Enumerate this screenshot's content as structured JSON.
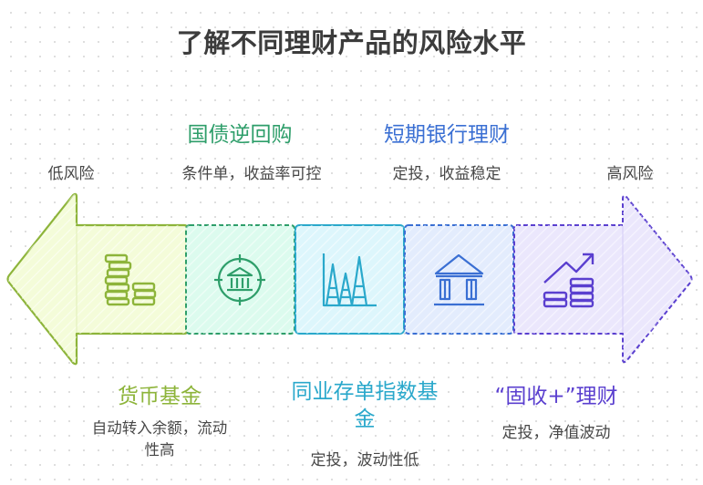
{
  "title": "了解不同理财产品的风险水平",
  "scale": {
    "low_label": "低风险",
    "high_label": "高风险"
  },
  "products": [
    {
      "name": "货币基金",
      "description": "自动转入余额，流动性高",
      "desc_line1": "自动转入余额，流动",
      "desc_line2": "性高",
      "color": "#8db43a",
      "fill": "#f4fcd9",
      "icon": "coin-stacks-icon",
      "position": "below"
    },
    {
      "name": "国债逆回购",
      "description": "条件单，收益率可控",
      "color": "#2e9e6a",
      "fill": "#dcfbee",
      "icon": "target-bank-icon",
      "position": "above"
    },
    {
      "name": "同业存单指数基金",
      "name_line1": "同业存单指数基",
      "name_line2": "金",
      "description": "定投，波动性低",
      "color": "#2aa8cb",
      "fill": "#ddf6fc",
      "icon": "triangle-chart-icon",
      "position": "below"
    },
    {
      "name": "短期银行理财",
      "description": "定投，收益稳定",
      "color": "#3a6fd3",
      "fill": "#e3ecfd",
      "icon": "bank-icon",
      "position": "above"
    },
    {
      "name": "“固收+”理财",
      "description": "定投，净值波动",
      "color": "#5a3fcf",
      "fill": "#ebe7fc",
      "icon": "growth-coins-icon",
      "position": "below"
    }
  ]
}
